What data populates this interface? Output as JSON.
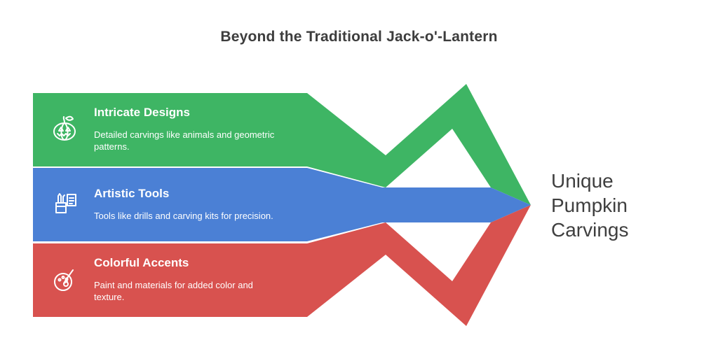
{
  "title": "Beyond the Traditional Jack-o'-Lantern",
  "colors": {
    "green": "#3eb564",
    "blue": "#4b80d5",
    "red": "#d8524f"
  },
  "bands": [
    {
      "heading": "Intricate Designs",
      "body": "Detailed carvings like animals and geometric patterns.",
      "icon": "jack-o-lantern-icon"
    },
    {
      "heading": "Artistic Tools",
      "body": "Tools like drills and carving kits for precision.",
      "icon": "art-supplies-icon"
    },
    {
      "heading": "Colorful Accents",
      "body": "Paint and materials for added color and texture.",
      "icon": "paint-palette-icon"
    }
  ],
  "result": {
    "lines": [
      "Unique",
      "Pumpkin",
      "Carvings"
    ]
  }
}
